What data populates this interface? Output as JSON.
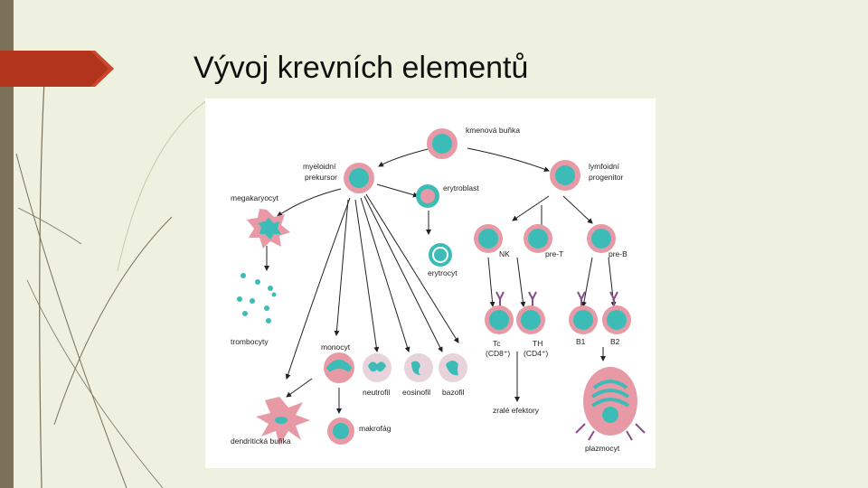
{
  "slide": {
    "title": "Vývoj krevních elementů"
  },
  "diagram": {
    "labels": {
      "stem_cell": "kmenová buňka",
      "myeloid_line1": "myeloidní",
      "myeloid_line2": "prekursor",
      "lymphoid_line1": "lymfoidní",
      "lymphoid_line2": "progenitor",
      "erythroblast": "erytroblast",
      "erythrocyte": "erytrocyt",
      "megakaryocyte": "megakaryocyt",
      "thrombocytes": "trombocyty",
      "monocyte": "monocyt",
      "neutrophils": "neutrofil",
      "eosinophils": "eosinofil",
      "basophils": "bazofil",
      "dendritic_cell": "dendritická buňka",
      "macrophage": "makrofág",
      "nk": "NK",
      "pre_t": "pre-T",
      "pre_b": "pre-B",
      "tc": "Tc",
      "tc_sub": "(CD8⁺)",
      "th": "TH",
      "th_sub": "(CD4⁺)",
      "b1": "B1",
      "b2": "B2",
      "effectors": "zralé efektory",
      "plasma_cell": "plazmocyt"
    },
    "colors": {
      "cell_outer": "#e79aa6",
      "cell_nucleus": "#3cbcb6",
      "receptor": "#8a4d8c",
      "arrow": "#222222"
    }
  },
  "decor": {
    "accent_color": "#b3341c",
    "bar_color": "#7b7058"
  }
}
